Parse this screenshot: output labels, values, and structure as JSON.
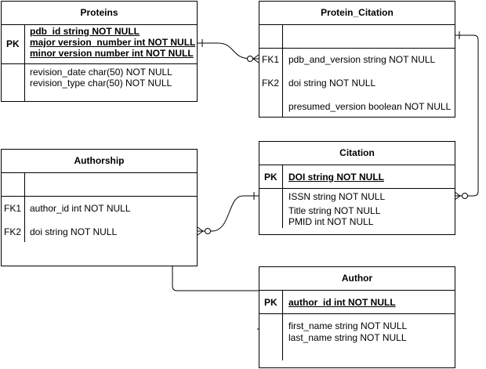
{
  "entities": {
    "proteins": {
      "title": "Proteins",
      "pk_label": "PK",
      "pk_fields": [
        "pdb_id string NOT NULL",
        "major version_number int NOT NULL",
        "minor version number int NOT NULL"
      ],
      "fields": [
        "revision_date char(50) NOT NULL",
        "revision_type char(50) NOT NULL"
      ]
    },
    "protein_citation": {
      "title": "Protein_Citation",
      "fk1_label": "FK1",
      "fk2_label": "FK2",
      "fields": [
        "pdb_and_version string NOT NULL",
        "doi string NOT NULL",
        "presumed_version boolean NOT NULL"
      ]
    },
    "authorship": {
      "title": "Authorship",
      "fk1_label": "FK1",
      "fk2_label": "FK2",
      "fields": [
        "author_id int NOT NULL",
        "doi string NOT NULL"
      ]
    },
    "citation": {
      "title": "Citation",
      "pk_label": "PK",
      "pk_fields": [
        "DOI string NOT NULL"
      ],
      "fields": [
        "ISSN string NOT NULL",
        "Title string NOT NULL",
        "PMID int NOT NULL"
      ]
    },
    "author": {
      "title": "Author",
      "pk_label": "PK",
      "pk_fields": [
        "author_id int NOT NULL"
      ],
      "fields": [
        "first_name string NOT NULL",
        "last_name string NOT NULL"
      ]
    }
  }
}
